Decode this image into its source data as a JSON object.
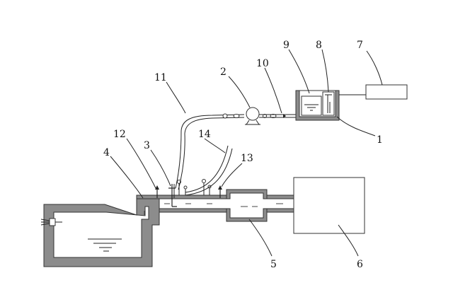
{
  "diagram": {
    "labels": [
      {
        "id": "1",
        "text": "1"
      },
      {
        "id": "2",
        "text": "2"
      },
      {
        "id": "3",
        "text": "3"
      },
      {
        "id": "4",
        "text": "4"
      },
      {
        "id": "5",
        "text": "5"
      },
      {
        "id": "6",
        "text": "6"
      },
      {
        "id": "7",
        "text": "7"
      },
      {
        "id": "8",
        "text": "8"
      },
      {
        "id": "9",
        "text": "9"
      },
      {
        "id": "10",
        "text": "10"
      },
      {
        "id": "11",
        "text": "11"
      },
      {
        "id": "12",
        "text": "12"
      },
      {
        "id": "13",
        "text": "13"
      },
      {
        "id": "14",
        "text": "14"
      }
    ],
    "colors": {
      "wall_fill": "#8c8c8c",
      "line": "#222222",
      "background": "#ffffff"
    }
  }
}
